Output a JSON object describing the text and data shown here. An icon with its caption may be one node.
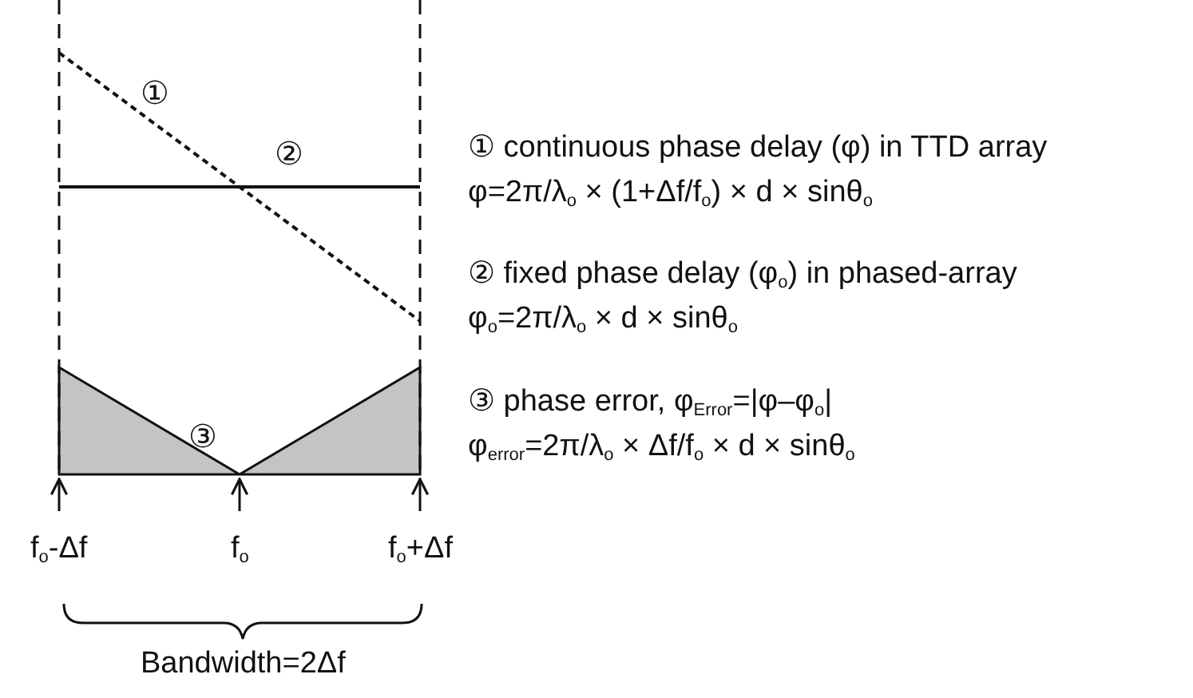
{
  "diagram": {
    "labels": [
      "①",
      "②",
      "③",
      "① continuous phase delay (φ) in TTD array",
      "φ=2π/λ$_{o}$ × (1+Δf/f$_{o}$) × d × sinθ$_{o}$",
      "② fixed phase delay (φ$_{o}$) in phased-array",
      "φ$_{o}$=2π/λ$_{o}$ × d × sinθ$_{o}$",
      "③ phase error, φ$_{Error}$=|φ–φ$_{o}$|",
      "φ$_{error}$=2π/λ$_{o}$ × Δf/f$_{o}$ × d × sinθ$_{o}$",
      "f$_{o}$-Δf",
      "f$_{o}$",
      "f$_{o}$+Δf",
      "Bandwidth=2Δf"
    ]
  }
}
